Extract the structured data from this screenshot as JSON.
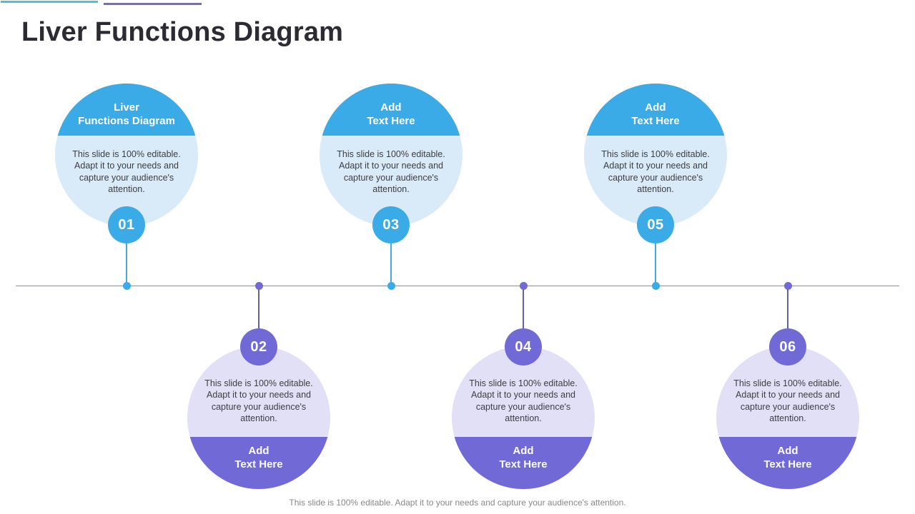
{
  "slide": {
    "title": "Liver Functions Diagram",
    "footer": "This slide is 100% editable. Adapt it to your needs and capture your audience's attention."
  },
  "bubbles": [
    {
      "number": "01",
      "row": "top",
      "header_line1": "Liver",
      "header_line2": "Functions Diagram",
      "body": "This slide is 100% editable. Adapt it to your needs and capture your audience's attention."
    },
    {
      "number": "02",
      "row": "bottom",
      "header_line1": "Add",
      "header_line2": "Text Here",
      "body": "This slide is 100% editable. Adapt it to your needs and capture your audience's attention."
    },
    {
      "number": "03",
      "row": "top",
      "header_line1": "Add",
      "header_line2": "Text Here",
      "body": "This slide is 100% editable. Adapt it to your needs and capture your audience's attention."
    },
    {
      "number": "04",
      "row": "bottom",
      "header_line1": "Add",
      "header_line2": "Text Here",
      "body": "This slide is 100% editable. Adapt it to your needs and capture your audience's attention."
    },
    {
      "number": "05",
      "row": "top",
      "header_line1": "Add",
      "header_line2": "Text Here",
      "body": "This slide is 100% editable. Adapt it to your needs and capture your audience's attention."
    },
    {
      "number": "06",
      "row": "bottom",
      "header_line1": "Add",
      "header_line2": "Text Here",
      "body": "This slide is 100% editable. Adapt it to your needs and capture your audience's attention."
    }
  ],
  "colors": {
    "accent_teal": "#4cc3d5",
    "accent_slate": "#7b719d",
    "blue": "#3aabe6",
    "blue_light": "#d9eaf8",
    "indigo": "#7069d6",
    "indigo_light": "#e2e0f6",
    "connector_blue": "#49a7db",
    "connector_indigo": "#63619f",
    "timeline_gray": "#8e8e96",
    "title_text": "#2b2b33",
    "body_text": "#3d3d44",
    "footer_text": "#898989"
  }
}
